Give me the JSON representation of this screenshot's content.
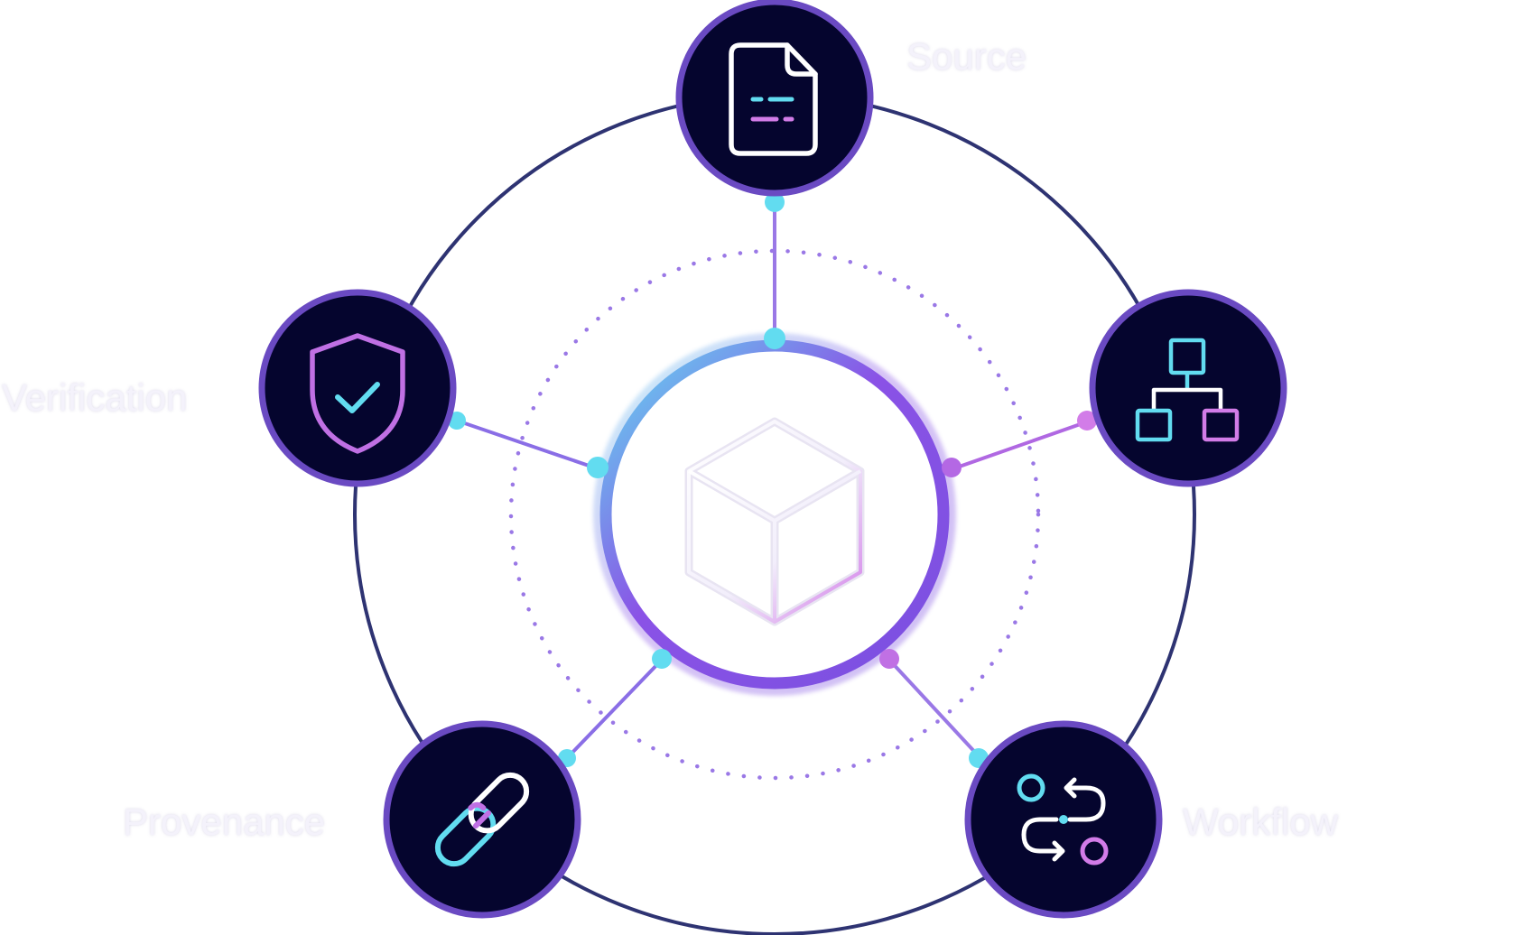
{
  "diagram": {
    "nodes": [
      {
        "id": "source",
        "label": "Source",
        "icon": "document-icon"
      },
      {
        "id": "verification",
        "label": "Verification",
        "icon": "shield-check-icon"
      },
      {
        "id": "provenance",
        "label": "Provenance",
        "icon": "chain-link-icon"
      },
      {
        "id": "workflow",
        "label": "Workflow",
        "icon": "workflow-arrows-icon"
      },
      {
        "id": "structure",
        "label": "",
        "icon": "hierarchy-icon"
      }
    ],
    "center": {
      "icon": "cube-icon"
    }
  },
  "colors": {
    "node_fill": "#05052e",
    "node_ring": "#6a4ac2",
    "outer_ring": "#2e3372",
    "cyan": "#62dcf0",
    "purple": "#8a52e6",
    "pink": "#d27ce8",
    "label": "#f4f2fb"
  }
}
